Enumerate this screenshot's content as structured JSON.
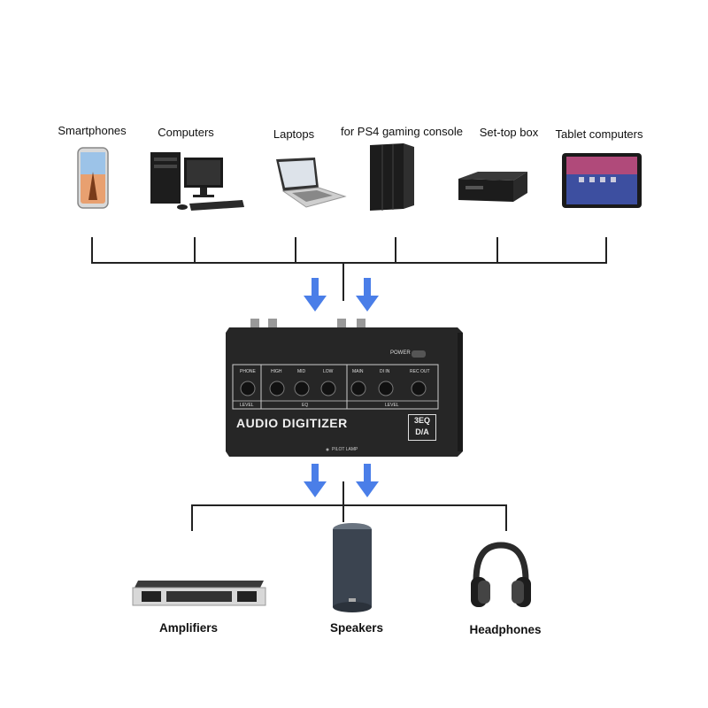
{
  "sources": [
    {
      "label": "Smartphones",
      "icon": "smartphone-icon"
    },
    {
      "label": "Computers",
      "icon": "desktop-computer-icon"
    },
    {
      "label": "Laptops",
      "icon": "laptop-icon"
    },
    {
      "label": "for PS4 gaming console",
      "icon": "game-console-icon"
    },
    {
      "label": "Set-top box",
      "icon": "set-top-box-icon"
    },
    {
      "label": "Tablet computers",
      "icon": "tablet-icon"
    }
  ],
  "device": {
    "name": "AUDIO DIGITIZER",
    "badge_top": "3EQ",
    "badge_bottom": "D/A",
    "power_label": "POWER",
    "pilot_label": "PILOT LAMP",
    "knobs": [
      "PHONE",
      "HIGH",
      "MID",
      "LOW",
      "MAIN",
      "DI IN",
      "REC OUT"
    ],
    "section_labels": [
      "LEVEL",
      "EQ",
      "LEVEL"
    ]
  },
  "outputs": [
    {
      "label": "Amplifiers",
      "icon": "amplifier-icon"
    },
    {
      "label": "Speakers",
      "icon": "speaker-icon"
    },
    {
      "label": "Headphones",
      "icon": "headphones-icon"
    }
  ],
  "colors": {
    "arrow": "#4a7ee8",
    "line": "#222222",
    "device": "#2b2b2b"
  }
}
